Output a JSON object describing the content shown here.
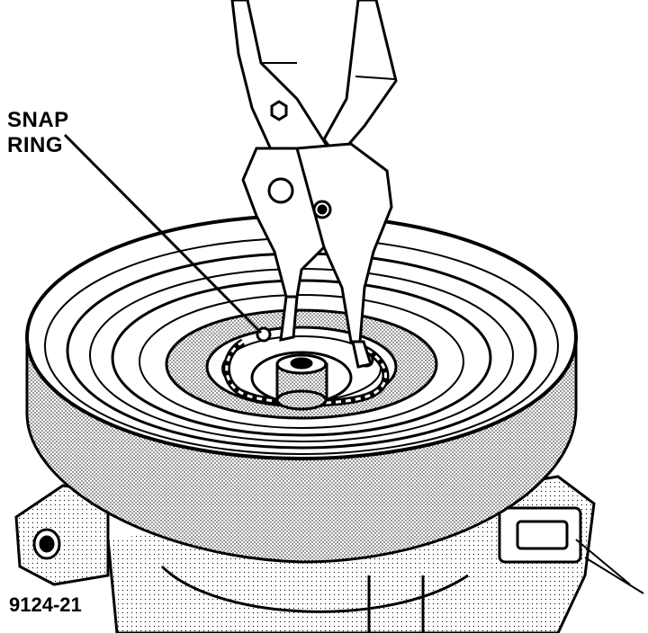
{
  "callout": {
    "line1": "SNAP",
    "line2": "RING"
  },
  "figure_number": "9124-21",
  "colors": {
    "ink": "#000000",
    "paper": "#ffffff",
    "stipple": "#9a9a9a"
  }
}
